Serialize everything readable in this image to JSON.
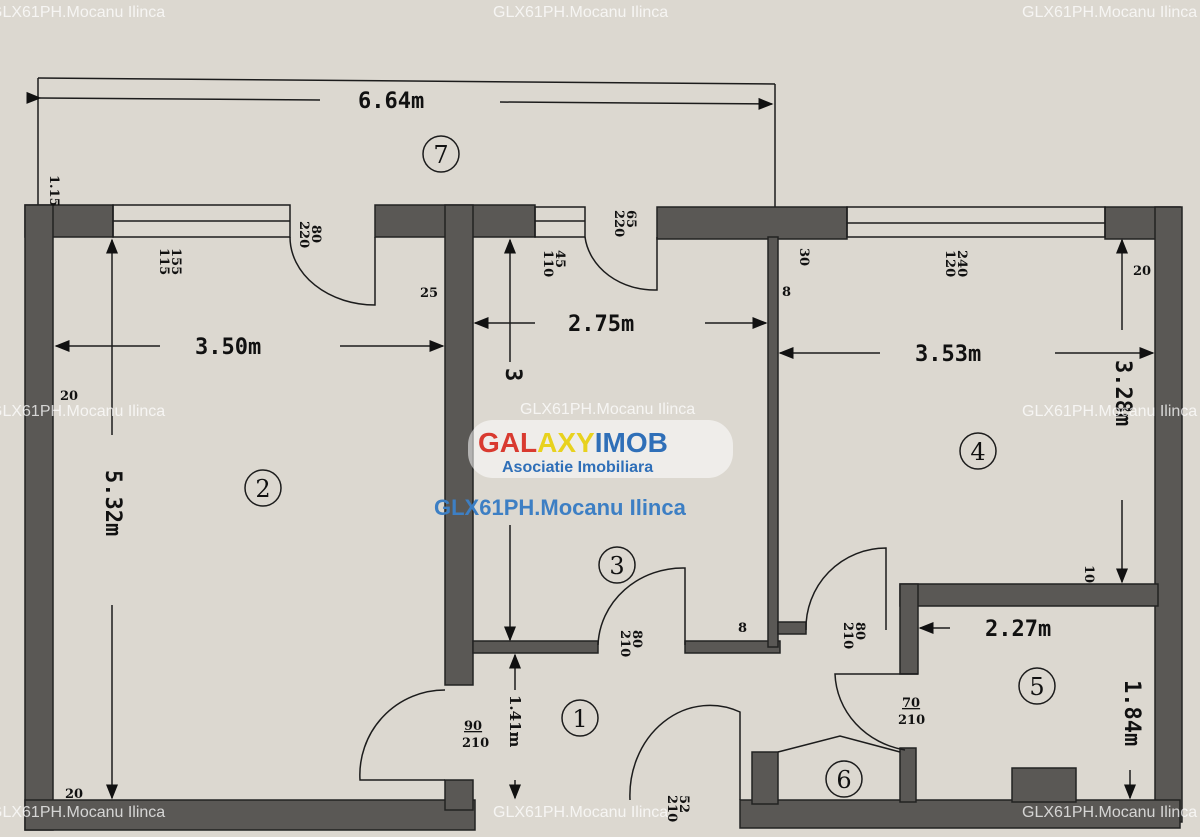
{
  "plan": {
    "overall_width": "6.64m",
    "balcony_depth": "1.15",
    "rooms": [
      {
        "number": "1",
        "dim": "1.41m"
      },
      {
        "number": "2",
        "width": "3.50m",
        "length": "5.32m"
      },
      {
        "number": "3",
        "width": "2.75m",
        "length": "3"
      },
      {
        "number": "4",
        "width": "3.53m",
        "length": "3.28m"
      },
      {
        "number": "5",
        "width": "2.27m",
        "length": "1.84m"
      },
      {
        "number": "6"
      },
      {
        "number": "7"
      }
    ],
    "openings": {
      "balcony_door_1": {
        "w": "80",
        "h": "220"
      },
      "window_room2": {
        "w": "155",
        "h": "115"
      },
      "window_room3": {
        "w": "45",
        "h": "110"
      },
      "balcony_door_2": {
        "w": "65",
        "h": "220"
      },
      "window_room4": {
        "w": "240",
        "h": "120"
      },
      "door_room3": {
        "w": "80",
        "h": "210"
      },
      "door_room4": {
        "w": "80",
        "h": "210"
      },
      "entry_door": {
        "w": "90",
        "h": "210"
      },
      "door_bath": {
        "w": "70",
        "h": "210"
      },
      "door_bottom": {
        "w": "52",
        "h": "210"
      }
    },
    "wall_labels": {
      "w25": "25",
      "w8a": "8",
      "w8b": "8",
      "w30": "30",
      "w20a": "20",
      "w20b": "20",
      "w20c": "20",
      "w10": "10"
    }
  },
  "watermarks": {
    "agent": "GLX61PH.Mocanu Ilinca",
    "agent_center": "GLX61PH.Mocanu Ilinca",
    "logo": "GALAXYIMOB",
    "logo_sub": "Asociatie Imobiliara"
  },
  "colors": {
    "wall": "#5a5855",
    "paper": "#dcd8d0",
    "logo_blue": "#2f6fb8",
    "logo_red": "#d93a30",
    "logo_yellow": "#e8d21e"
  }
}
